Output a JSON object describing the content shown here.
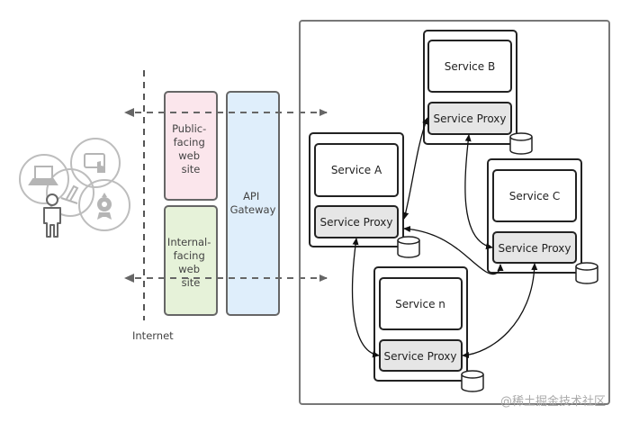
{
  "diagram": {
    "type": "microservices-architecture",
    "client": {
      "label": "",
      "devices": [
        "laptop",
        "tablet-touch",
        "tablet-pen",
        "robot-webcam"
      ],
      "user_icon": "person-icon"
    },
    "boundary": {
      "label": "Internet"
    },
    "front_tier": [
      {
        "id": "public",
        "label_lines": [
          "Public-",
          "facing",
          "web",
          "site"
        ],
        "color": "#fbe6ec"
      },
      {
        "id": "internal",
        "label_lines": [
          "Internal-",
          "facing",
          "web",
          "site"
        ],
        "color": "#e6f2d9"
      }
    ],
    "gateway": {
      "label_lines": [
        "API",
        "Gateway"
      ],
      "color": "#dfeefb"
    },
    "services": [
      {
        "id": "A",
        "name": "Service A",
        "proxy": "Service Proxy"
      },
      {
        "id": "B",
        "name": "Service B",
        "proxy": "Service Proxy"
      },
      {
        "id": "C",
        "name": "Service C",
        "proxy": "Service Proxy"
      },
      {
        "id": "n",
        "name": "Service n",
        "proxy": "Service Proxy"
      }
    ],
    "connections": [
      {
        "from": "A",
        "to": "B",
        "style": "bidirectional"
      },
      {
        "from": "A",
        "to": "C",
        "style": "bidirectional"
      },
      {
        "from": "A",
        "to": "n",
        "style": "bidirectional"
      },
      {
        "from": "B",
        "to": "C",
        "style": "bidirectional"
      },
      {
        "from": "C",
        "to": "n",
        "style": "bidirectional"
      }
    ],
    "flows": [
      {
        "label": "public-traffic",
        "style": "dashed-bidirectional"
      },
      {
        "label": "internal-traffic",
        "style": "dashed-bidirectional"
      }
    ],
    "colors": {
      "proxy_fill": "#e6e6e6",
      "service_stroke": "#222222",
      "container_stroke": "#777777",
      "dash": "#666666"
    }
  },
  "watermark": "@稀土掘金技术社区"
}
